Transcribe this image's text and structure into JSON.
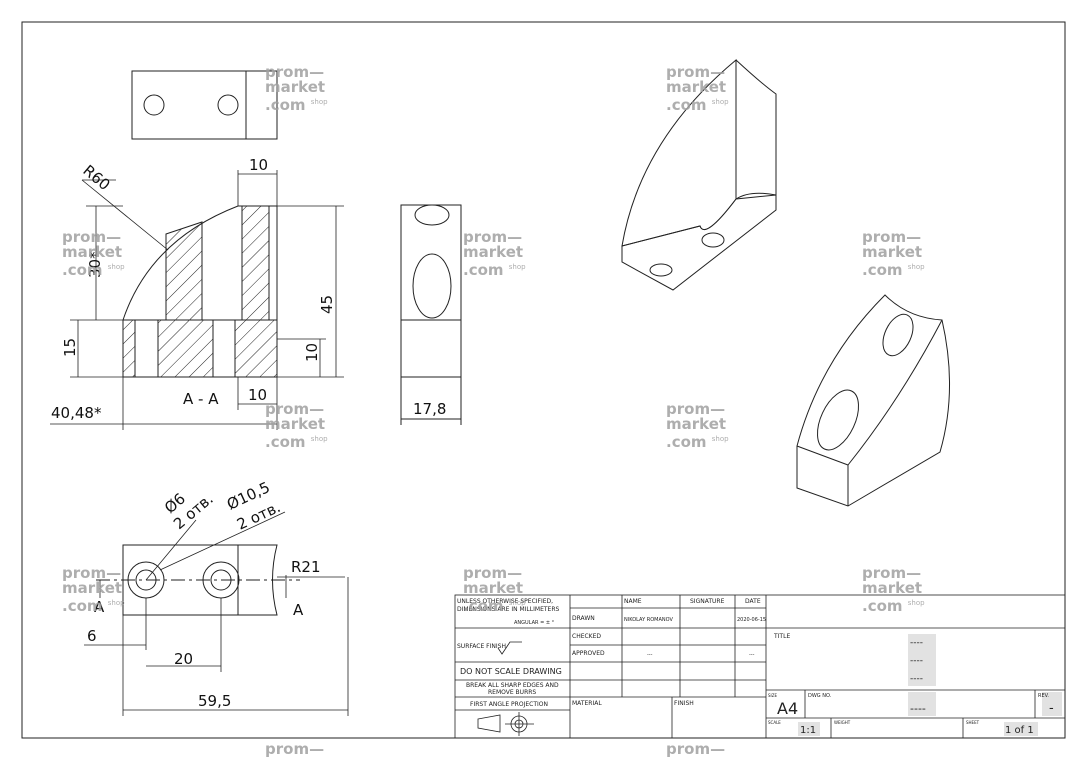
{
  "views": {
    "section_label": "A - A",
    "dims": {
      "r60": "R60",
      "top10": "10",
      "h30": "30*",
      "h15": "15",
      "h45": "45",
      "h10": "10",
      "bot10": "10",
      "w4048": "40,48*",
      "w178": "17,8",
      "d6": "Ø6",
      "holes6": "2 отв.",
      "d105": "Ø10,5",
      "holes105": "2 отв.",
      "r21": "R21",
      "arrow_a1": "A",
      "arrow_a2": "A",
      "w6": "6",
      "w20": "20",
      "w595": "59,5"
    }
  },
  "title_block": {
    "unless": "UNLESS OTHERWISE SPECIFIED,",
    "dimensions": "DIMENSIONS ARE IN MILLIMETERS",
    "angular": "ANGULAR = ± °",
    "surface_finish": "SURFACE FINISH",
    "do_not_scale": "DO NOT SCALE DRAWING",
    "break_edges_1": "BREAK ALL SHARP EDGES AND",
    "break_edges_2": "REMOVE BURRS",
    "projection": "FIRST ANGLE PROJECTION",
    "col_name": "NAME",
    "col_signature": "SIGNATURE",
    "col_date": "DATE",
    "row_drawn": "DRAWN",
    "row_checked": "CHECKED",
    "row_approved": "APPROVED",
    "drawn_name": "NIKOLAY ROMANOV",
    "drawn_date": "2020-06-15",
    "approved_name": "---",
    "approved_date": "---",
    "material": "MATERIAL",
    "finish": "FINISH",
    "title_label": "TITLE",
    "title_lines": [
      "----",
      "----",
      "----"
    ],
    "size_label": "SIZE",
    "size": "A4",
    "dwg_no_label": "DWG NO.",
    "dwg_no": "----",
    "rev_label": "REV.",
    "rev": "-",
    "scale_label": "SCALE",
    "scale": "1:1",
    "weight_label": "WEIGHT",
    "sheet_label": "SHEET",
    "sheet": "1 of 1"
  },
  "watermark": {
    "line1": "prom—",
    "line2": "market",
    "line3": ".com",
    "suffix": "shop"
  }
}
